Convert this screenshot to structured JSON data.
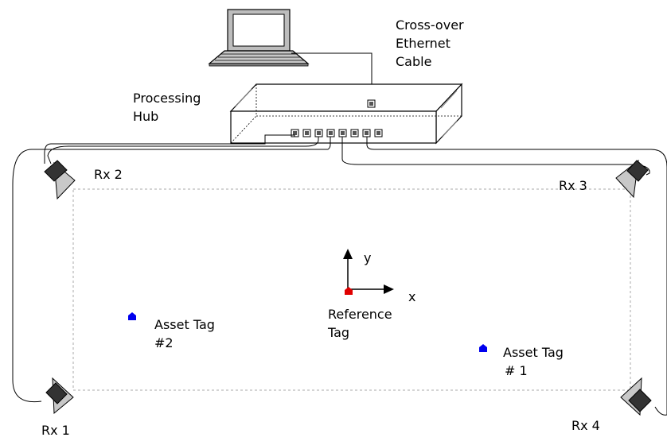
{
  "labels": {
    "cable": [
      "Cross-over",
      "Ethernet",
      "Cable"
    ],
    "hub": [
      "Processing",
      "Hub"
    ],
    "rx2": "Rx 2",
    "rx3": "Rx 3",
    "rx1": "Rx 1",
    "rx4": "Rx 4",
    "axis_y": "y",
    "axis_x": "x",
    "reference_tag": [
      "Reference",
      "Tag"
    ],
    "asset_tag_2": [
      "Asset Tag",
      "#2"
    ],
    "asset_tag_1": [
      "Asset Tag",
      "# 1"
    ]
  },
  "colors": {
    "reference_tag": "#e00000",
    "asset_tag": "#0000ee",
    "sensor_dark": "#333333",
    "sensor_light": "#c8c8c8",
    "boundary": "#aaaaaa"
  }
}
